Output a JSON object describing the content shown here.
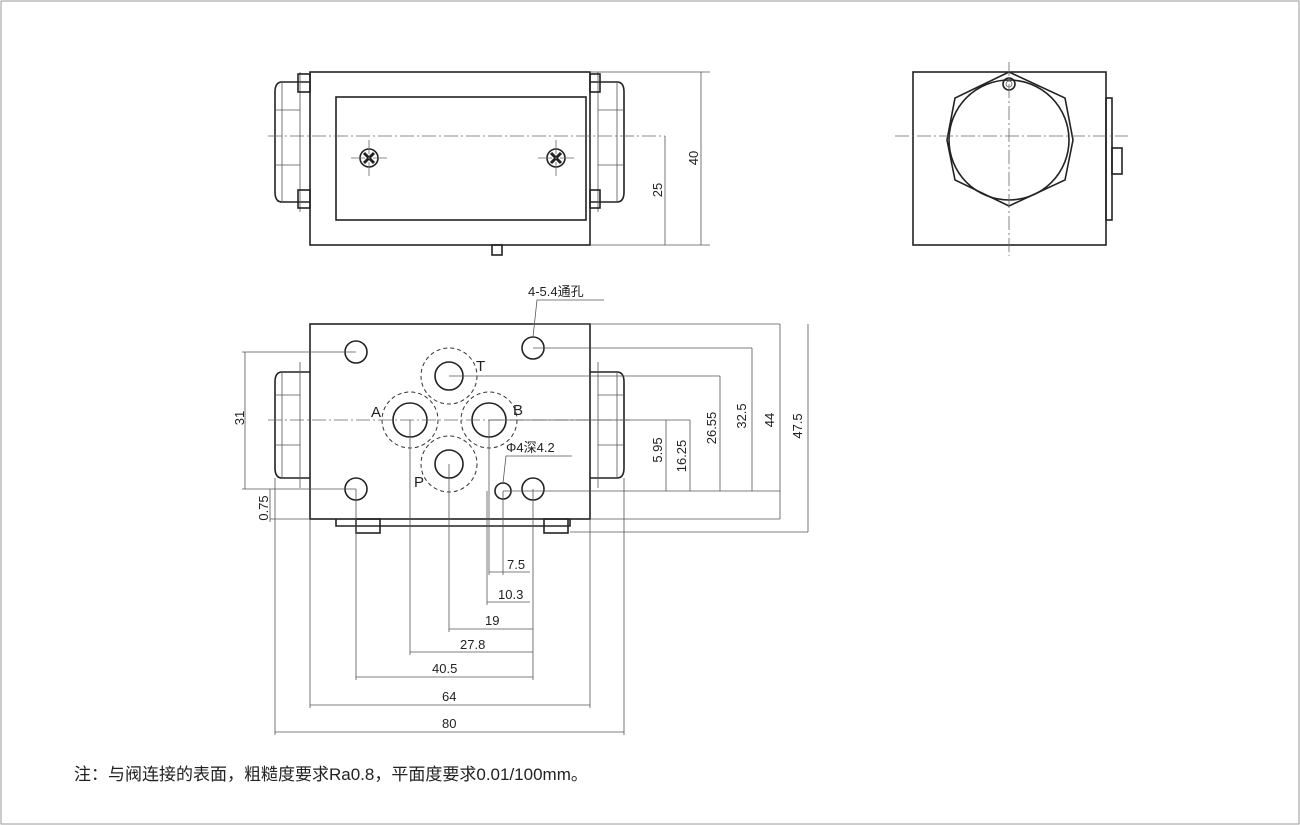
{
  "dimensions": {
    "d40": "40",
    "d25": "25",
    "d31": "31",
    "d075": "0.75",
    "d595": "5.95",
    "d1625": "16.25",
    "d2655": "26.55",
    "d325": "32.5",
    "d44": "44",
    "d475": "47.5",
    "d75": "7.5",
    "d103": "10.3",
    "d19": "19",
    "d278": "27.8",
    "d405": "40.5",
    "d64": "64",
    "d80": "80"
  },
  "callouts": {
    "through_holes": "4-5.4通孔",
    "pin_hole": "Φ4深4.2"
  },
  "ports": {
    "a": "A",
    "b": "B",
    "t": "T",
    "p": "P"
  },
  "note": "注：与阀连接的表面，粗糙度要求Ra0.8，平面度要求0.01/100mm。"
}
